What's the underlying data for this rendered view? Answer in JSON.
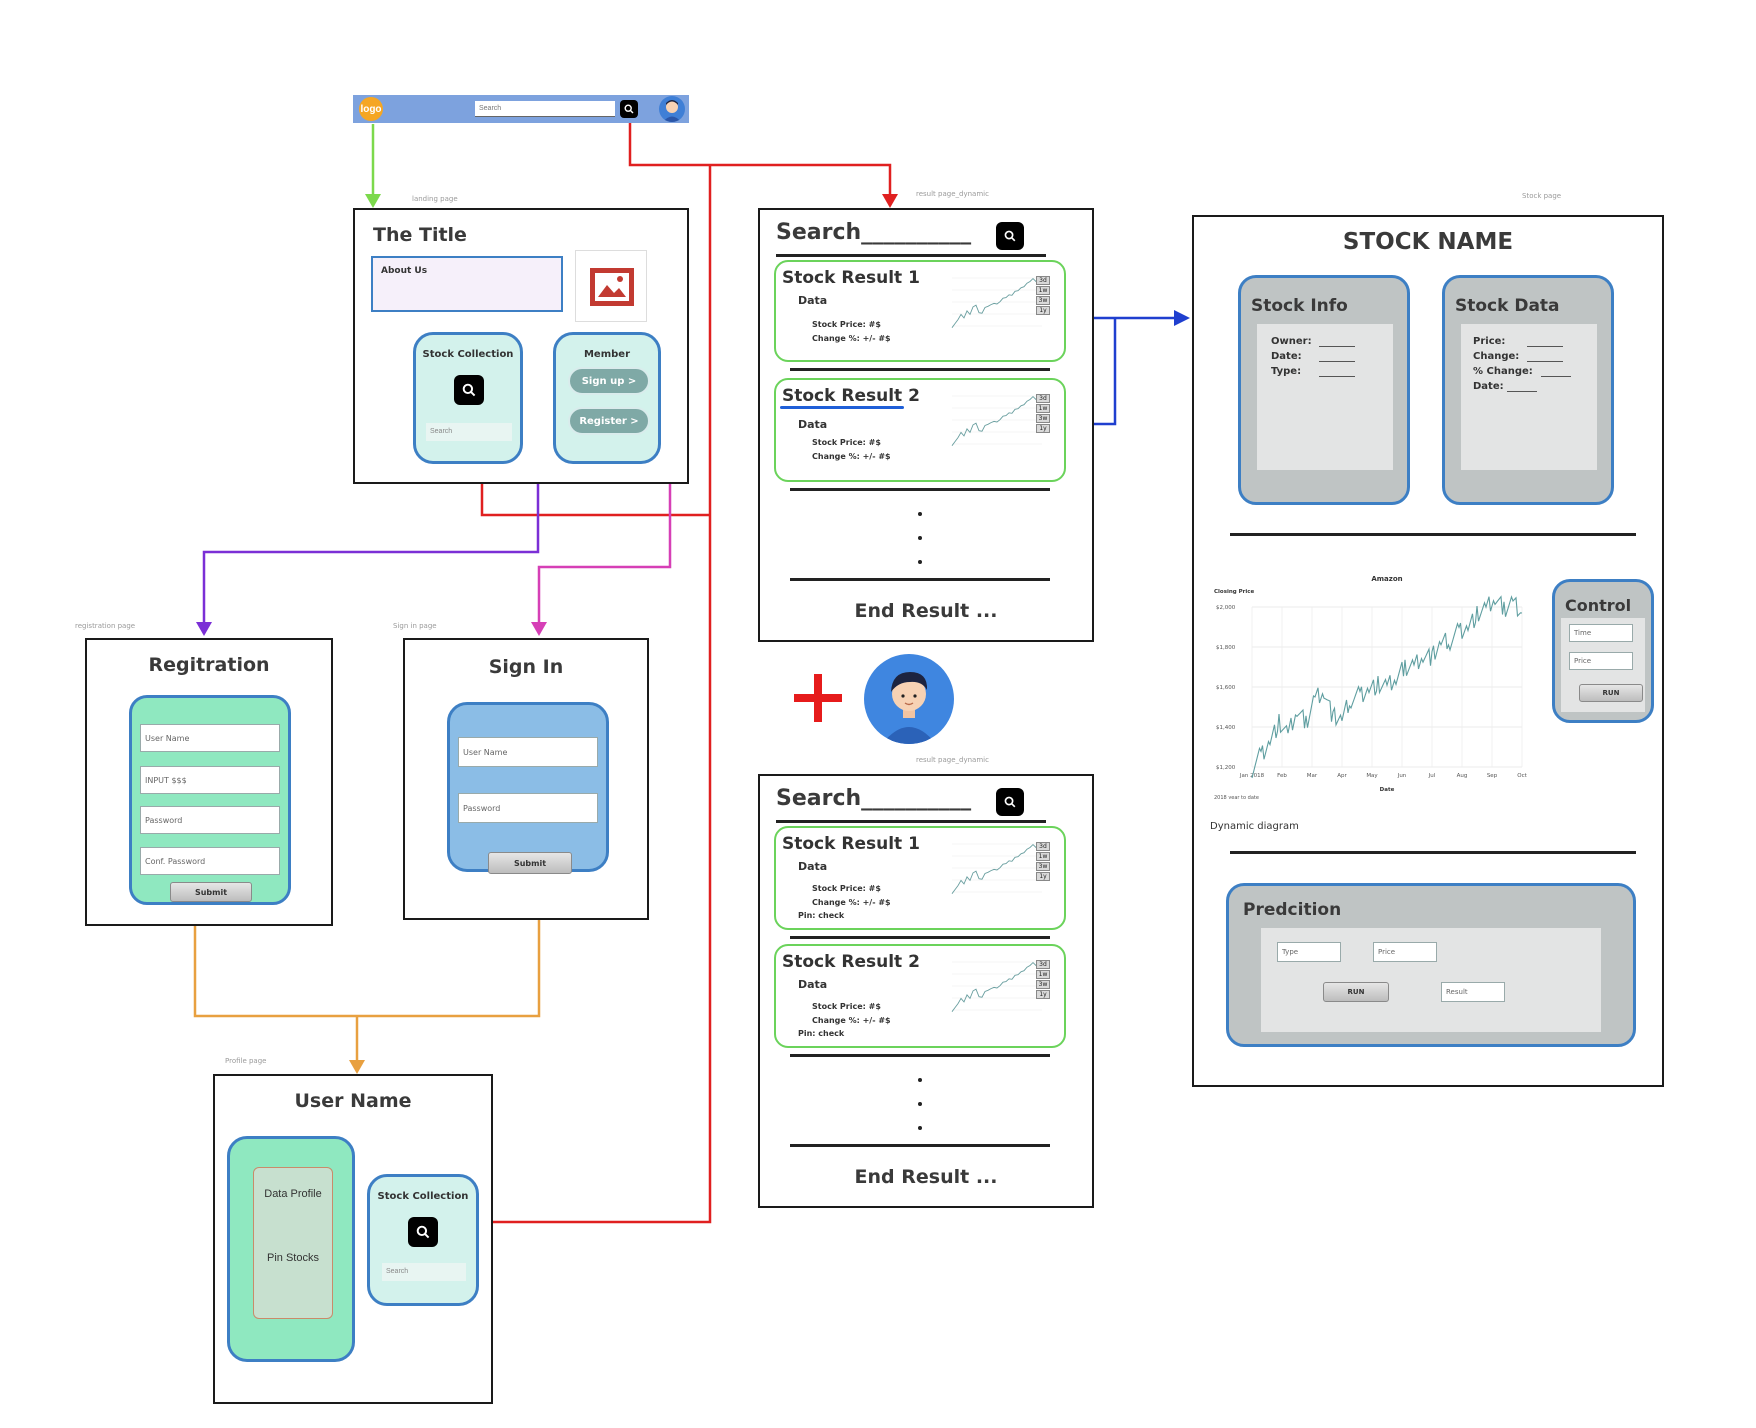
{
  "navbar": {
    "logo": "logo",
    "search_placeholder": "Search"
  },
  "landing": {
    "caption": "landing page",
    "title": "The Title",
    "about": "About Us",
    "collection_title": "Stock Collection",
    "collection_search": "Search",
    "member_title": "Member",
    "signup": "Sign up >",
    "register": "Register >"
  },
  "registration": {
    "caption": "registration page",
    "title": "Regitration",
    "fields": [
      "User Name",
      "INPUT $$$",
      "Password",
      "Conf. Password"
    ],
    "submit": "Submit"
  },
  "signin": {
    "caption": "Sign in page",
    "title": "Sign In",
    "fields": [
      "User Name",
      "Password"
    ],
    "submit": "Submit"
  },
  "profile": {
    "caption": "Profile page",
    "title": "User Name",
    "data_profile": "Data Profile",
    "pin_stocks": "Pin Stocks",
    "collection_title": "Stock Collection",
    "collection_search": "Search"
  },
  "results1": {
    "caption": "result page_dynamic",
    "search_label": "Search__________",
    "cards": [
      {
        "name": "Stock Result 1",
        "data": "Data",
        "price": "Stock Price: #$",
        "change": "Change %: +/- #$"
      },
      {
        "name": "Stock Result 2",
        "data": "Data",
        "price": "Stock Price: #$",
        "change": "Change %: +/- #$"
      }
    ],
    "end": "End Result ..."
  },
  "results2": {
    "caption": "result page_dynamic",
    "search_label": "Search__________",
    "cards": [
      {
        "name": "Stock Result 1",
        "data": "Data",
        "price": "Stock Price: #$",
        "change": "Change %: +/- #$",
        "pin": "Pin: check"
      },
      {
        "name": "Stock Result 2",
        "data": "Data",
        "price": "Stock Price: #$",
        "change": "Change %: +/- #$",
        "pin": "Pin: check"
      }
    ],
    "end": "End Result ..."
  },
  "periods": [
    "3d",
    "1w",
    "3w",
    "1y"
  ],
  "stock_page": {
    "caption": "Stock page",
    "title": "STOCK NAME",
    "info_title": "Stock Info",
    "info_lines": [
      "Owner:",
      "Date:",
      "Type:"
    ],
    "data_title": "Stock Data",
    "data_lines": [
      "Price:",
      "Change:",
      "% Change:",
      "Date:"
    ],
    "chart_title": "Amazon",
    "chart_ylabel": "Closing Price",
    "chart_xlabel": "Date",
    "chart_note": "2018 year to date",
    "dynamic_label": "Dynamic diagram",
    "control_title": "Control",
    "control_fields": [
      "Time",
      "Price"
    ],
    "control_run": "RUN",
    "prediction_title": "Predcition",
    "prediction_type": "Type",
    "prediction_price": "Price",
    "prediction_run": "RUN",
    "prediction_result": "Result"
  },
  "chart_data": {
    "type": "line",
    "title": "Amazon",
    "ylabel": "Closing Price",
    "xlabel": "Date",
    "yticks": [
      "$2,000",
      "$1,800",
      "$1,600",
      "$1,400",
      "$1,200"
    ],
    "ylim": [
      1200,
      2050
    ],
    "xticks": [
      "Jan 2018",
      "Feb",
      "Mar",
      "Apr",
      "May",
      "Jun",
      "Jul",
      "Aug",
      "Sep",
      "Oct"
    ],
    "series": [
      {
        "values": [
          1190,
          1260,
          1330,
          1420,
          1360,
          1480,
          1420,
          1550,
          1580,
          1450,
          1440,
          1540,
          1560,
          1590,
          1610,
          1600,
          1640,
          1700,
          1710,
          1760,
          1750,
          1820,
          1830,
          1880,
          1900,
          1960,
          1990,
          2040,
          1990,
          2030,
          1970
        ]
      }
    ]
  },
  "colors": {
    "nav_blue": "#7da2de",
    "logo_orange": "#f5a623",
    "green_arrow": "#7cd94c",
    "red_arrow": "#e02020",
    "blue_arrow": "#1f3fcf",
    "purple_arrow": "#7b2fd6",
    "pink_arrow": "#d63fb6",
    "orange_arrow": "#e8a040",
    "card_green": "#6bd35b",
    "panel_border": "#3d7fc4"
  }
}
